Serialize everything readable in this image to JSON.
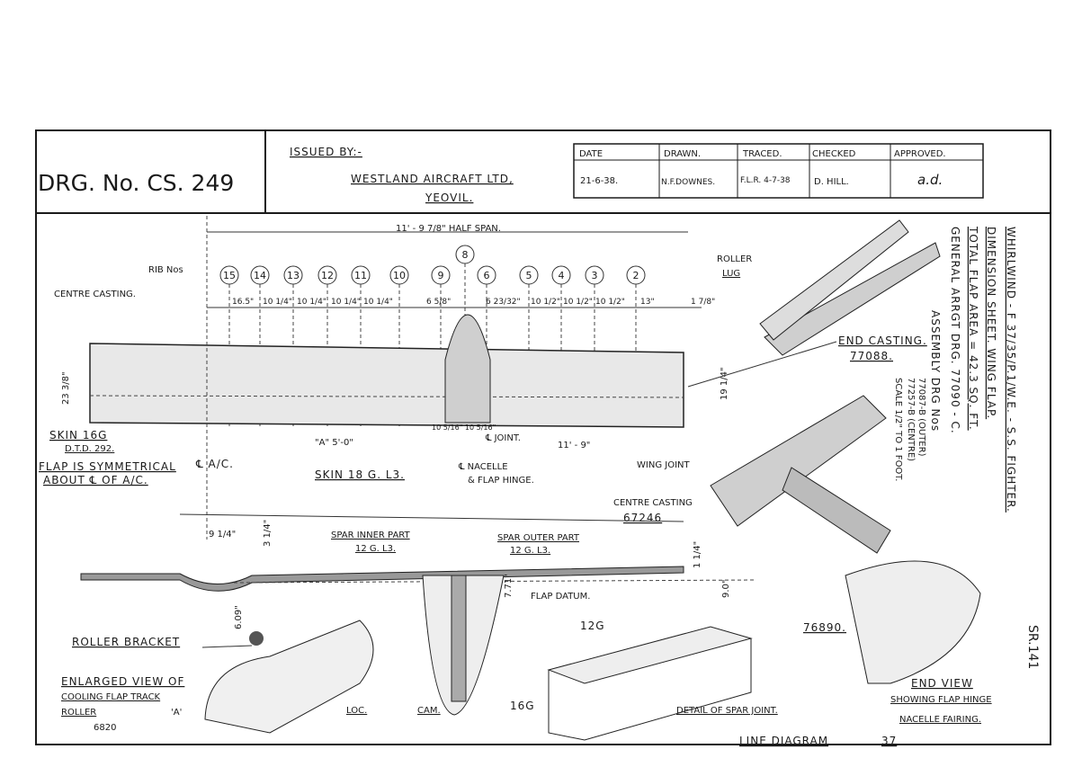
{
  "title_block": {
    "drawing_number": "DRG. No. CS. 249",
    "issued_by_label": "ISSUED BY:-",
    "company": "WESTLAND AIRCRAFT LTD,",
    "location": "YEOVIL.",
    "headers": [
      "DATE",
      "DRAWN.",
      "TRACED.",
      "CHECKED",
      "APPROVED."
    ],
    "values": [
      "21-6-38.",
      "N.F.DOWNES.",
      "F.L.R. 4-7-38",
      "D. HILL.",
      "a.d."
    ]
  },
  "side_notes": {
    "line1": "WHIRLWIND - F 37/35/P.1/W.E. - S.S. FIGHTER.",
    "line2": "DIMENSION SHEET. WING FLAP.",
    "line3": "TOTAL FLAP AREA = 42.3 SQ. FT.",
    "line4": "GENERAL ARRGT DRG. 77090 - C.",
    "line5": "ASSEMBLY DRG Nos",
    "line6": "77087-B (OUTER)",
    "line7": "77257-B (CENTRE)",
    "line8": "SCALE 1/2\" TO 1 FOOT.",
    "sheet_ref": "SR.141"
  },
  "plan_view": {
    "half_span": "11' - 9 7/8\" HALF SPAN.",
    "rib_label": "RIB Nos",
    "rib_numbers": [
      "15",
      "14",
      "13",
      "12",
      "11",
      "10",
      "9",
      "8",
      "6",
      "5",
      "4",
      "3",
      "2"
    ],
    "rib_spacings": [
      "16.5\"",
      "10 1/4\"",
      "10 1/4\"",
      "10 1/4\"",
      "10 1/4\"",
      "6 5/8\"",
      "6 23/32\"",
      "10 1/2\"",
      "10 1/2\"",
      "10 1/2\"",
      "13\"",
      "1 7/8\""
    ],
    "centre_casting": "CENTRE CASTING.",
    "chord_left": "23 3/8\"",
    "chord_right": "19 1/4\"",
    "skin_16g": "SKIN 16G",
    "dtd": "D.T.D. 292.",
    "symmetrical_1": "FLAP IS SYMMETRICAL",
    "symmetrical_2": "ABOUT ℄ OF A/C.",
    "ac_centre": "℄ A/C.",
    "a_dim": "\"A\"  5'-0\"",
    "joint_dims": "10 5/16\"  10 5/16\"",
    "joint": "℄ JOINT.",
    "outer_dim": "11' - 9\"",
    "skin_18g": "SKIN 18 G. L3.",
    "nacelle": "℄ NACELLE",
    "flap_hinge": "& FLAP HINGE.",
    "wing_joint": "WING JOINT",
    "end_casting": "END CASTING.",
    "end_casting_no": "77088.",
    "roller_lug_1": "ROLLER",
    "roller_lug_2": "LUG",
    "centre_casting_2": "CENTRE CASTING",
    "centre_casting_no": "67246"
  },
  "elevation": {
    "dim_9": "9 1/4\"",
    "dim_3": "3 1/4\"",
    "spar_inner_1": "SPAR INNER PART",
    "spar_inner_2": "12 G. L3.",
    "spar_outer_1": "SPAR OUTER PART",
    "spar_outer_2": "12 G. L3.",
    "dim_14": "1 1/4\"",
    "dim_90": "9.0\"",
    "dim_771": "7.71\"",
    "flap_datum": "FLAP DATUM.",
    "dim_609": "6.09\""
  },
  "details": {
    "roller_bracket": "ROLLER BRACKET",
    "enlarged_1": "ENLARGED VIEW OF",
    "enlarged_2": "COOLING FLAP TRACK",
    "enlarged_3": "ROLLER",
    "enlarged_a": "'A'",
    "enlarged_no": "6820",
    "loc": "LOC.",
    "cam": "CAM.",
    "g12": "12G",
    "g16": "16G",
    "spar_joint": "DETAIL OF SPAR JOINT.",
    "part_76890": "76890.",
    "end_view_1": "END VIEW",
    "end_view_2": "SHOWING FLAP HINGE",
    "end_view_3": "NACELLE FAIRING.",
    "line_diagram": "LINE DIAGRAM",
    "line_diagram_no": "37"
  }
}
